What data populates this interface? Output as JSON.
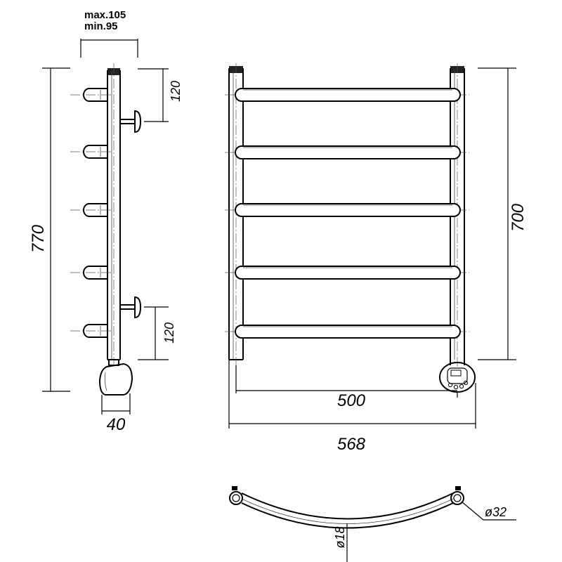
{
  "side_view": {
    "depth_max_label": "max.105",
    "depth_min_label": "min.95",
    "height_label": "770",
    "top_offset_label": "120",
    "bottom_offset_label": "120",
    "heater_width_label": "40"
  },
  "front_view": {
    "height_label": "700",
    "inner_width_label": "500",
    "overall_width_label": "568"
  },
  "plan_view": {
    "rung_diameter_label": "ø18",
    "post_diameter_label": "ø32"
  }
}
